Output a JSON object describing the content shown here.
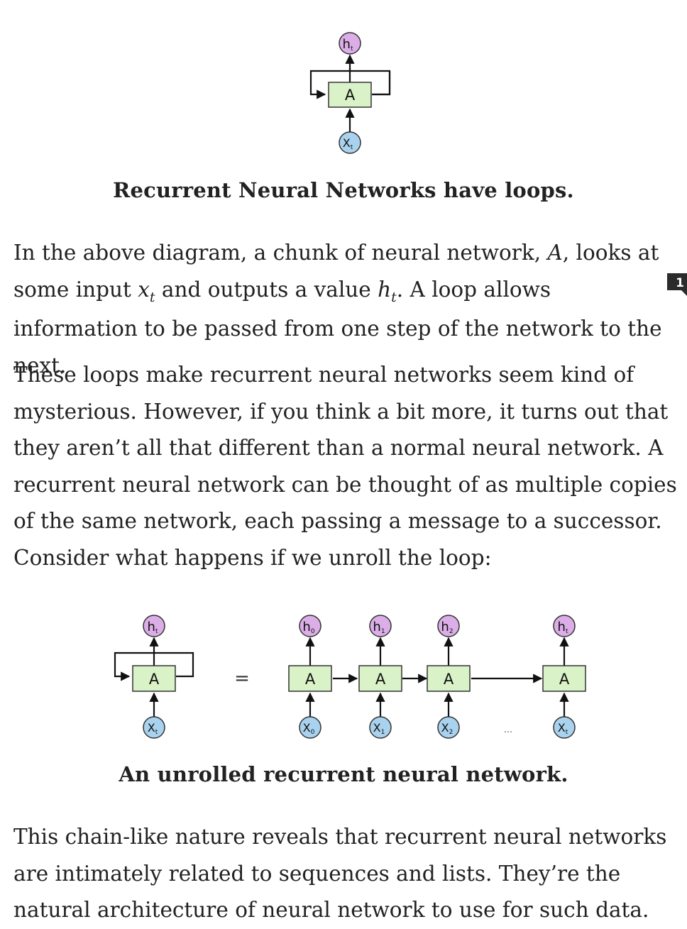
{
  "figure1": {
    "node_A": "A",
    "output": "h",
    "output_sub": "t",
    "input": "X",
    "input_sub": "t",
    "caption": "Recurrent Neural Networks have loops."
  },
  "paragraph1": {
    "part1": "In the above diagram, a chunk of neural network, ",
    "var_A": "A",
    "part2": ", looks at some input ",
    "var_x": "x",
    "var_x_sub": "t",
    "part3": " and outputs a value ",
    "var_h": "h",
    "var_h_sub": "t",
    "part4": ". A loop allows information to be passed from one step of the network to the next."
  },
  "footnote_badge": "1",
  "paragraph2": "These loops make recurrent neural networks seem kind of mysterious. However, if you think a bit more, it turns out that they aren’t all that different than a normal neural network. A recurrent neural network can be thought of as multiple copies of the same network, each passing a message to a successor. Consider what happens if we unroll the loop:",
  "figure2": {
    "equals": "=",
    "ellipsis": "...",
    "cells": [
      {
        "node": "A",
        "out": "h",
        "out_sub": "t",
        "in": "X",
        "in_sub": "t"
      },
      {
        "node": "A",
        "out": "h",
        "out_sub": "0",
        "in": "X",
        "in_sub": "0"
      },
      {
        "node": "A",
        "out": "h",
        "out_sub": "1",
        "in": "X",
        "in_sub": "1"
      },
      {
        "node": "A",
        "out": "h",
        "out_sub": "2",
        "in": "X",
        "in_sub": "2"
      },
      {
        "node": "A",
        "out": "h",
        "out_sub": "t",
        "in": "X",
        "in_sub": "t"
      }
    ],
    "caption": "An unrolled recurrent neural network."
  },
  "paragraph3": "This chain-like nature reveals that recurrent neural networks are intimately related to sequences and lists. They’re the natural architecture of neural network to use for such data.",
  "colors": {
    "box_fill": "#d9f2c7",
    "output_fill": "#dcaee8",
    "input_fill": "#a9d2ee",
    "badge": "#2b2b2b"
  }
}
